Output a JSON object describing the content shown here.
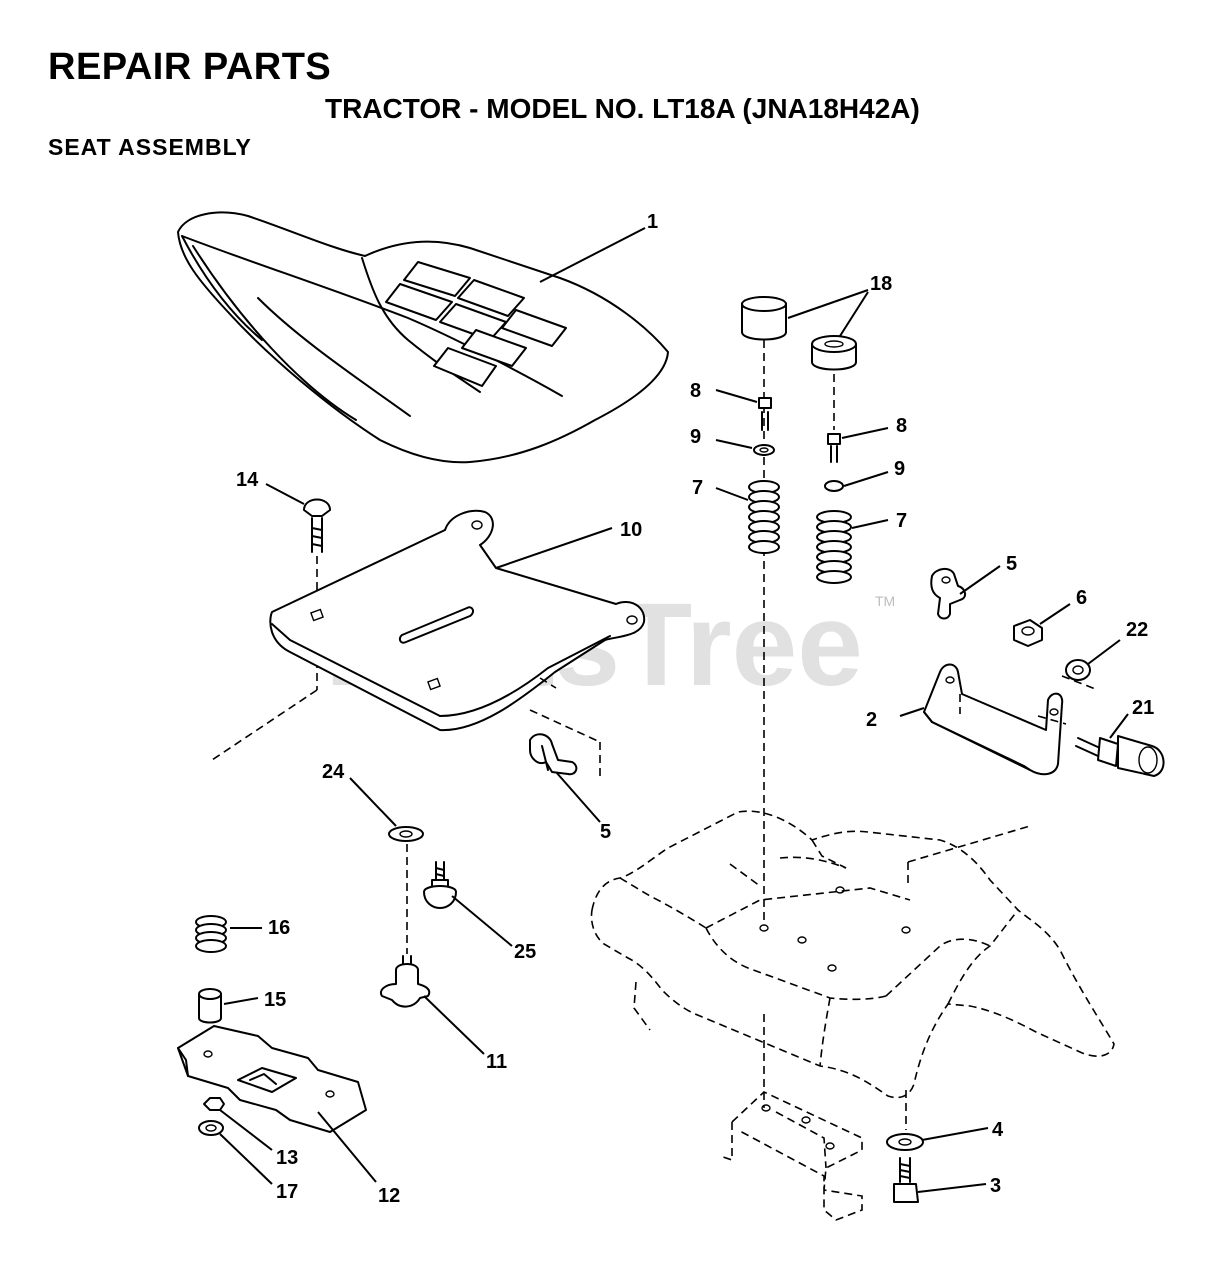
{
  "header": {
    "title": "REPAIR PARTS",
    "subtitle": "TRACTOR - MODEL NO. LT18A (JNA18H42A)",
    "section": "SEAT ASSEMBLY"
  },
  "watermark": {
    "text": "PartsTree",
    "mark": "TM"
  },
  "callouts": [
    "1",
    "18",
    "8",
    "9",
    "7",
    "8",
    "9",
    "7",
    "14",
    "10",
    "5",
    "6",
    "22",
    "2",
    "21",
    "24",
    "5",
    "16",
    "25",
    "15",
    "11",
    "13",
    "17",
    "12",
    "4",
    "3"
  ]
}
